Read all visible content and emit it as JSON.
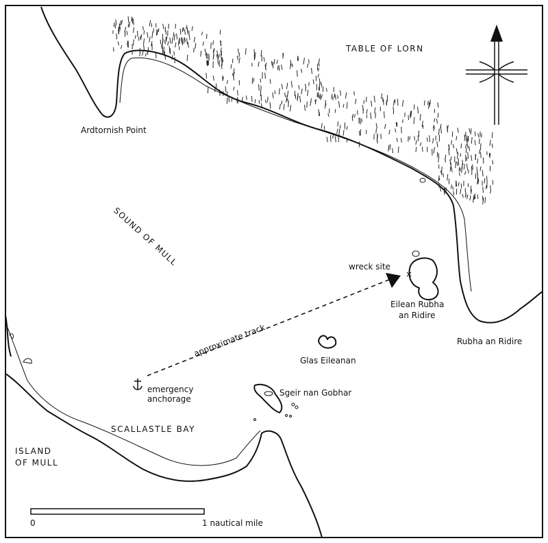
{
  "map": {
    "labels": {
      "table_of_lorn": "TABLE OF LORN",
      "ardtornish_point": "Ardtornish Point",
      "sound_of_mull": "SOUND OF MULL",
      "wreck_site": "wreck site",
      "eilean_rubha_line1": "Eilean Rubha",
      "eilean_rubha_line2": "an Ridire",
      "rubha_an_ridire": "Rubha an Ridire",
      "approximate_track": "approximate track",
      "glas_eileanan": "Glas Eileanan",
      "emergency_line1": "emergency",
      "emergency_line2": "anchorage",
      "sgeir_nan_gobhar": "Sgeir nan Gobhar",
      "scallastle_bay": "SCALLASTLE BAY",
      "island_line1": "ISLAND",
      "island_line2": "OF MULL"
    },
    "scale": {
      "start_label": "0",
      "end_label": "1 nautical mile"
    },
    "colors": {
      "ink": "#111111",
      "paper": "#ffffff"
    }
  }
}
